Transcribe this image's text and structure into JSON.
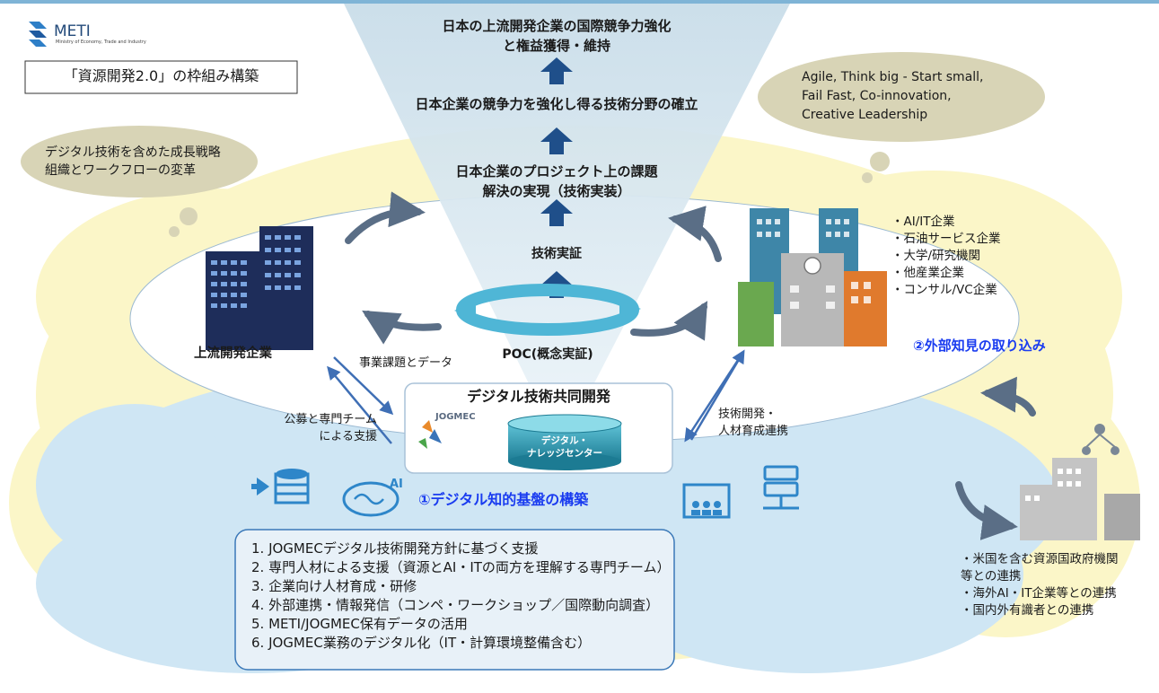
{
  "header": {
    "logo_text": "METI",
    "logo_subtext": "Ministry of Economy, Trade and Industry",
    "framework_title": "「資源開発2.0」の枠組み構築"
  },
  "goals": {
    "top": "日本の上流開発企業の国際競争力強化\nと権益獲得・維持",
    "middle": "日本企業の競争力を強化し得る技術分野の確立",
    "lower": "日本企業のプロジェクト上の課題\n解決の実現（技術実装）",
    "verify": "技術実証",
    "poc": "POC(概念実証)"
  },
  "bubbles": {
    "left": "デジタル技術を含めた成長戦略\n組織とワークフローの変革",
    "right": "Agile, Think big - Start small,\nFail Fast, Co-innovation,\nCreative Leadership"
  },
  "upstream": {
    "label": "上流開発企業",
    "issues_data": "事業課題とデータ",
    "support": "公募と専門チーム\nによる支援"
  },
  "partners": {
    "list": [
      "・AI/IT企業",
      "・石油サービス企業",
      "・大学/研究機関",
      "・他産業企業",
      "・コンサル/VC企業"
    ],
    "collab": "技術開発・\n人材育成連携",
    "external": "②外部知見の取り込み"
  },
  "center_box": {
    "title": "デジタル技術共同開発",
    "org": "JOGMEC",
    "db_label": "デジタル・\nナレッジセンター"
  },
  "foundation": {
    "title": "①デジタル知的基盤の構築",
    "ai_label": "AI",
    "items": [
      "1.  JOGMECデジタル技術開発方針に基づく支援",
      "2.  専門人材による支援（資源とAI・ITの両方を理解する専門チーム）",
      "3.  企業向け人材育成・研修",
      "4.  外部連携・情報発信（コンペ・ワークショップ／国際動向調査）",
      "5.  METI/JOGMEC保有データの活用",
      "6.  JOGMEC業務のデジタル化（IT・計算環境整備含む）"
    ]
  },
  "international": {
    "items": [
      "・米国を含む資源国政府機関\n等との連携",
      "・海外AI・IT企業等との連携",
      "・国内外有識者との連携"
    ]
  },
  "colors": {
    "accent_blue": "#1f4f8a",
    "title_blue": "#1a3cf0",
    "cloud_yellow": "#fbf6c8",
    "cloud_blue": "#cfe6f4",
    "beam": "#dbe9f1"
  },
  "icons": [
    "meti-logo-icon",
    "building-icon",
    "school-icon",
    "cycle-arrows-icon",
    "database-icon",
    "brain-icon",
    "meeting-icon",
    "server-icon",
    "network-icon",
    "jogmec-logo-icon"
  ]
}
